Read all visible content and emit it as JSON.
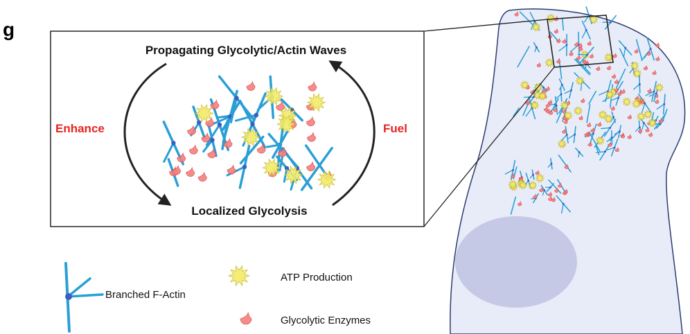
{
  "panel_label": "g",
  "top_label": "Propagating Glycolytic/Actin Waves",
  "bottom_label": "Localized Glycolysis",
  "left_arrow_label": "Enhance",
  "right_arrow_label": "Fuel",
  "legend": {
    "actin": "Branched F-Actin",
    "atp": "ATP Production",
    "enzymes": "Glycolytic Enzymes"
  },
  "colors": {
    "actin": "#2a9fd6",
    "branch": "#3a5fbf",
    "enzyme": "#f06a6a",
    "atp": "#f2ec6a",
    "label_red": "#e8231f",
    "cell_fill": "#e8ecf8",
    "nucleus": "#c6c9e6"
  },
  "icons": [
    "actin-filament-icon",
    "atp-star-icon",
    "enzyme-icon"
  ]
}
